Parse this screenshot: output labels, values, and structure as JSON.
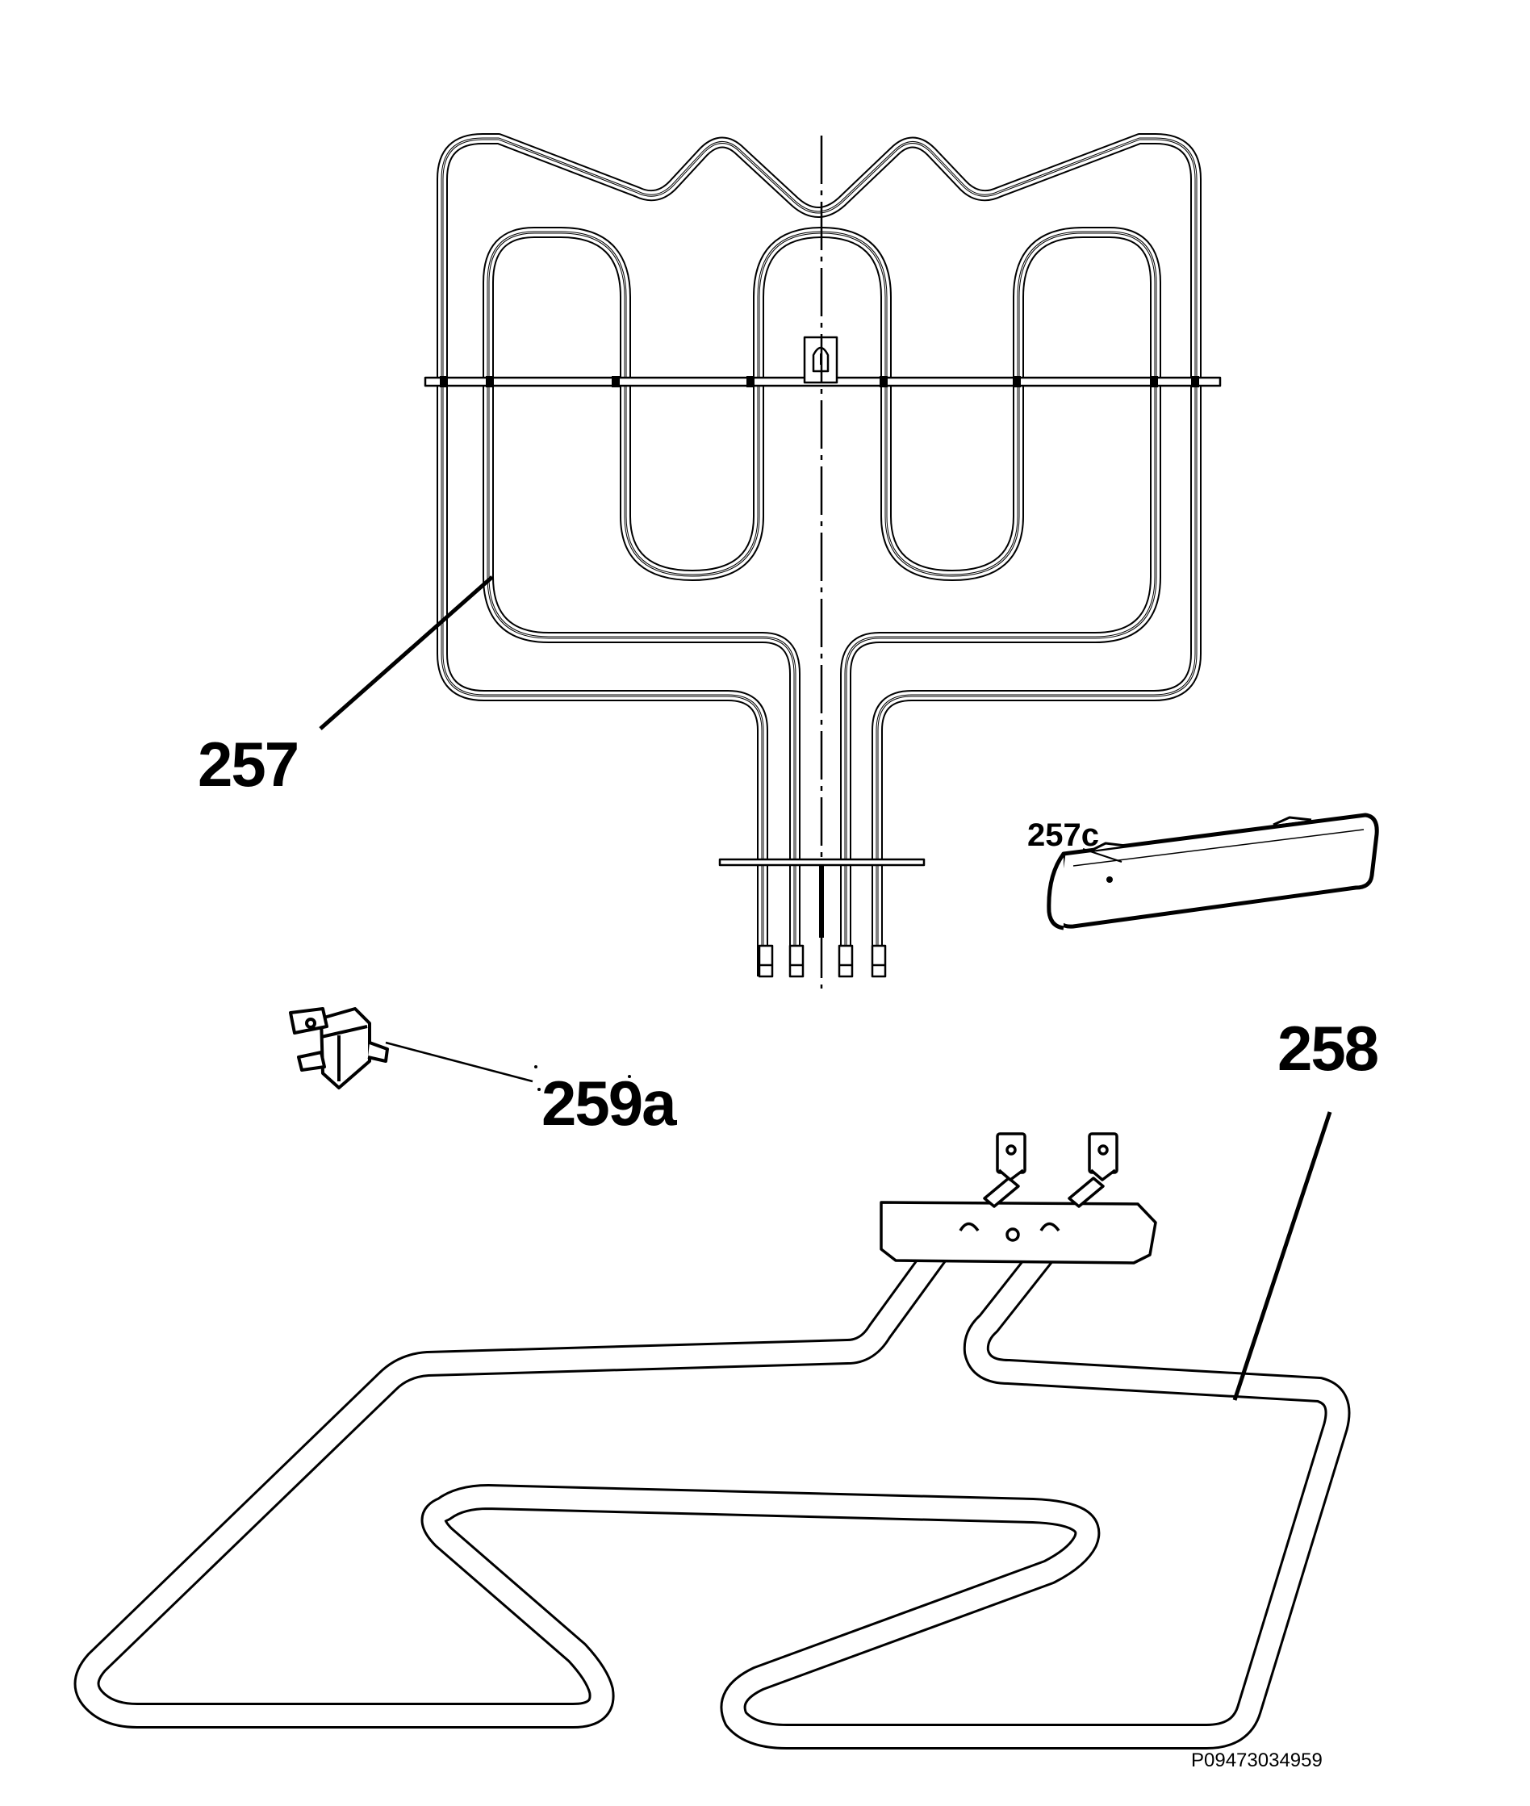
{
  "callouts": {
    "part_257": "257",
    "part_257c": "257c",
    "part_258": "258",
    "part_259a": "259a"
  },
  "drawing_reference": "P09473034959",
  "colors": {
    "ink": "#000000",
    "paper": "#ffffff"
  }
}
